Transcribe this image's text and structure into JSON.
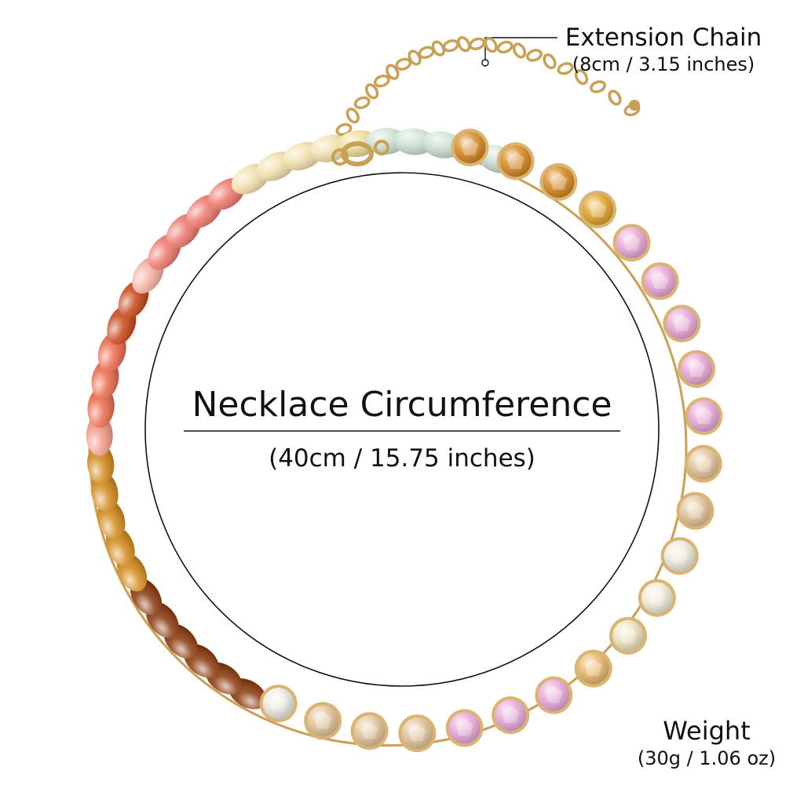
{
  "extension": {
    "title": "Extension Chain",
    "size": "(8cm / 3.15 inches)"
  },
  "circumference": {
    "title": "Necklace Circumference",
    "size": "(40cm / 15.75 inches)"
  },
  "weight": {
    "title": "Weight",
    "size": "(30g / 1.06 oz)"
  },
  "colors": {
    "gold": "#c9a055",
    "bead_brown": "#8a3a0e",
    "bead_amber": "#d28a1c",
    "bead_coral": "#ec6b4e",
    "bead_cream": "#f2e2ad",
    "bead_mint": "#cfe2d4",
    "gem_pink": "#e9a8d8",
    "gem_champagne": "#e2c49a",
    "gem_topaz": "#d6881f"
  }
}
